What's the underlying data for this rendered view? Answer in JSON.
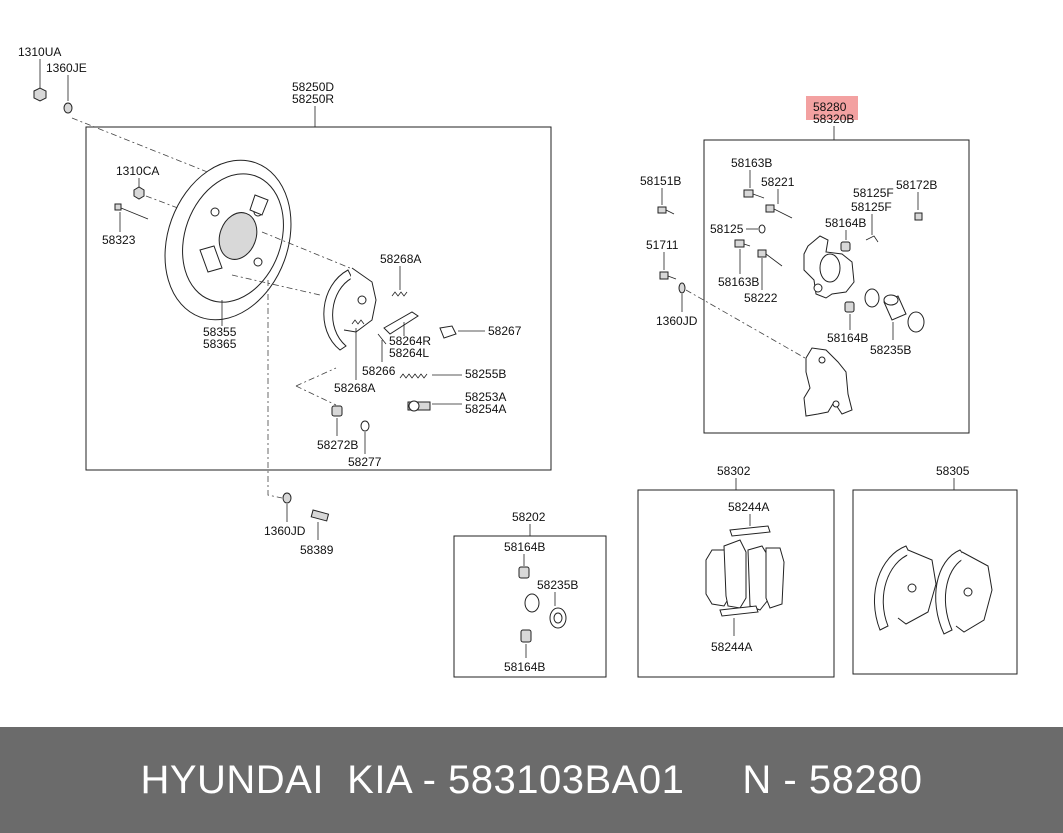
{
  "footer": {
    "text": "HYUNDAI  KIA - 583103BA01     N - 58280"
  },
  "labels": {
    "l1310UA": "1310UA",
    "l1360JE": "1360JE",
    "l58250D": "58250D",
    "l58250R": "58250R",
    "l1310CA": "1310CA",
    "l58323": "58323",
    "l58355": "58355",
    "l58365": "58365",
    "l58268A_top": "58268A",
    "l58267": "58267",
    "l58264R": "58264R",
    "l58264L": "58264L",
    "l58268A_bot": "58268A",
    "l58266": "58266",
    "l58255B": "58255B",
    "l58253A": "58253A",
    "l58254A": "58254A",
    "l58272B": "58272B",
    "l58277": "58277",
    "l1360JD_left": "1360JD",
    "l58389": "58389",
    "l58280": "58280",
    "l58320B": "58320B",
    "l58151B": "58151B",
    "l51711": "51711",
    "l1360JD_right": "1360JD",
    "l58163B_top": "58163B",
    "l58221": "58221",
    "l58125F_a": "58125F",
    "l58172B": "58172B",
    "l58125F_b": "58125F",
    "l58125": "58125",
    "l58164B_top": "58164B",
    "l58163B_bot": "58163B",
    "l58222": "58222",
    "l58164B_mid": "58164B",
    "l58235B_right": "58235B",
    "l58202": "58202",
    "l58164B_kit_top": "58164B",
    "l58235B_kit": "58235B",
    "l58164B_kit_bot": "58164B",
    "l58302": "58302",
    "l58244A_top": "58244A",
    "l58244A_bot": "58244A",
    "l58305": "58305"
  },
  "colors": {
    "highlight": "#f08a8a",
    "footer_bg": "#6b6b6b",
    "footer_text": "#ffffff"
  }
}
